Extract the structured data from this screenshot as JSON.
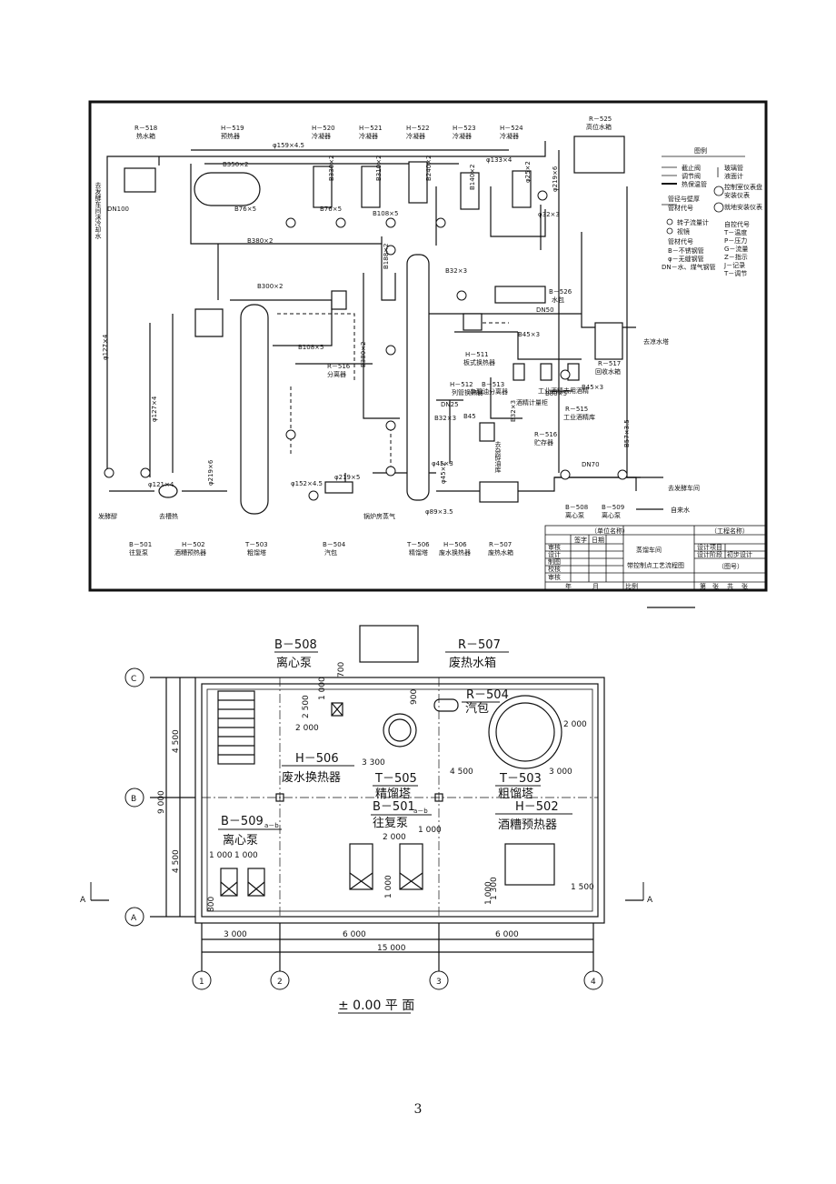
{
  "flow": {
    "top_equipment": [
      {
        "code": "R－518",
        "name": "热水箱"
      },
      {
        "code": "H－519",
        "name": "预热器"
      },
      {
        "code": "H－520",
        "name": "冷凝器"
      },
      {
        "code": "H－521",
        "name": "冷凝器"
      },
      {
        "code": "H－522",
        "name": "冷凝器"
      },
      {
        "code": "H－523",
        "name": "冷凝器"
      },
      {
        "code": "H－524",
        "name": "冷凝器"
      },
      {
        "code": "R－525",
        "name": "高位水箱"
      }
    ],
    "bottom_equipment": [
      {
        "code": "B－501",
        "name": "往复泵"
      },
      {
        "code": "H－502",
        "name": "酒糟预热器"
      },
      {
        "code": "T－503",
        "name": "粗馏塔"
      },
      {
        "code": "B－504",
        "name": "汽包"
      },
      {
        "code": "T－506",
        "name": "精馏塔"
      },
      {
        "code": "H－506",
        "name": "废水换热器"
      },
      {
        "code": "R－507",
        "name": "废热水箱"
      }
    ],
    "mid_equipment": [
      {
        "code": "R－516",
        "name": "分离器"
      },
      {
        "code": "B－526",
        "name": "水包"
      },
      {
        "code": "H－511",
        "name": "板式换热器"
      },
      {
        "code": "H－512",
        "name": "列管换热器"
      },
      {
        "code": "B－513",
        "name": "杂醇油分离器"
      },
      {
        "code": "R－517",
        "name": "回收水箱"
      },
      {
        "code": "R－515",
        "name": "工业酒精库"
      },
      {
        "code": "R－516",
        "name": "贮存器"
      },
      {
        "code": "B－508",
        "name": "离心泵"
      },
      {
        "code": "B－509",
        "name": "离心泵"
      }
    ],
    "pipes": [
      "φ159×4.5",
      "B350×2",
      "B330×2",
      "B310×2",
      "B240×2",
      "B140×2",
      "φ133×4",
      "φ25×2",
      "φ219×6",
      "φ32×3",
      "B57×3.5",
      "B76×5",
      "B76×5",
      "B108×5",
      "B380×2",
      "B188×2",
      "B32×3",
      "B300×2",
      "B108×5",
      "B380×2",
      "DN50",
      "B45×3",
      "B45×3",
      "B80×5",
      "φ127×4",
      "φ127×4",
      "φ121×4",
      "φ219×6",
      "φ219×5",
      "φ152×4.5",
      "φ89×3.5",
      "φ45×3",
      "φ45×2",
      "DN70",
      "DN100",
      "DN25",
      "B32×3",
      "B45",
      "B32×3"
    ],
    "notes": [
      "去发酵车间沫冷却水",
      "去凉水塔",
      "工业酒精去用酒精",
      "去杂醇油库",
      "锅炉房蒸气",
      "去槽热",
      "发酵醪",
      "去发酵车间",
      "自来水",
      "去凉水塔",
      "酒精计量柜"
    ],
    "legend": {
      "title": "图例",
      "left": [
        "截止阀",
        "调节阀",
        "热保温管",
        "管径与壁厚",
        "管材代号",
        "转子流量计",
        "视镜",
        "管材代号",
        "B－不锈钢管",
        "φ－无缝钢管",
        "DN－水、煤气钢管"
      ],
      "right": [
        "玻璃管",
        "液面计",
        "控制室仪表盘",
        "安装仪表",
        "就地安装仪表",
        "自控代号",
        "T－温度",
        "P－压力",
        "G－流量",
        "Z－指示",
        "J－记录",
        "T－调节"
      ]
    },
    "title_block": {
      "unit": "（单位名称）",
      "project": "（工程名称）",
      "workshop": "蒸馏车间",
      "drawing": "带控制点工艺流程图",
      "drawing_no": "（图号）",
      "stage": "初步设计",
      "rows": [
        "审核",
        "设计",
        "制图",
        "校核",
        "审核"
      ],
      "cols": [
        "签字",
        "日期"
      ],
      "right_rows": [
        "设计项目",
        "设计阶段"
      ],
      "bottom": [
        "比例",
        "年",
        "月",
        "第",
        "张",
        "共",
        "张"
      ]
    }
  },
  "plan": {
    "equipment": [
      {
        "code": "B－508",
        "name": "离心泵"
      },
      {
        "code": "R－507",
        "name": "废热水箱"
      },
      {
        "code": "R－504",
        "name": "汽包"
      },
      {
        "code": "H－506",
        "name": "废水换热器"
      },
      {
        "code": "T－505",
        "name": "精馏塔"
      },
      {
        "code": "T－503",
        "name": "粗馏塔"
      },
      {
        "code": "B－509",
        "sub": "a－b",
        "name": "离心泵"
      },
      {
        "code": "B－501",
        "sub": "a－b",
        "name": "往复泵"
      },
      {
        "code": "H－502",
        "name": "酒糟预热器"
      }
    ],
    "dims": [
      "700",
      "2 500",
      "1 000",
      "900",
      "2 000",
      "3 300",
      "4 500",
      "3 000",
      "2 000",
      "2 000",
      "1 000",
      "1 000",
      "1 000",
      "1 000",
      "1 000",
      "1 500",
      "1 300",
      "800",
      "4 500",
      "4 500",
      "9 000",
      "3 000",
      "6 000",
      "6 000",
      "15 000"
    ],
    "axis_rows": [
      "C",
      "B",
      "A"
    ],
    "axis_cols": [
      "1",
      "2",
      "3",
      "4"
    ],
    "section_marks": [
      "A",
      "A"
    ],
    "title": "± 0.00 平 面"
  },
  "page_number": "3"
}
